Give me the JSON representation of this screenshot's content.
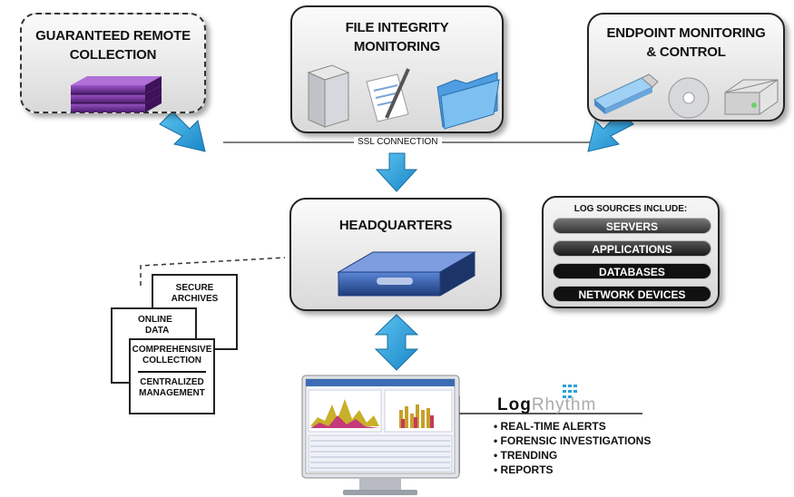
{
  "nodes": {
    "remote": {
      "title_line1": "GUARANTEED REMOTE",
      "title_line2": "COLLECTION"
    },
    "fim": {
      "title_line1": "FILE INTEGRITY",
      "title_line2": "MONITORING"
    },
    "endpoint": {
      "title_line1": "ENDPOINT MONITORING",
      "title_line2": "& CONTROL"
    },
    "hq": {
      "title": "HEADQUARTERS"
    }
  },
  "ssl_label": "SSL CONNECTION",
  "log_sources": {
    "heading": "LOG SOURCES INCLUDE:",
    "items": [
      "SERVERS",
      "APPLICATIONS",
      "DATABASES",
      "NETWORK DEVICES"
    ]
  },
  "documents": {
    "secure_line1": "SECURE",
    "secure_line2": "ARCHIVES",
    "online_line1": "ONLINE",
    "online_line2": "DATA",
    "comp_line1": "COMPREHENSIVE",
    "comp_line2": "COLLECTION",
    "central_line1": "CENTRALIZED",
    "central_line2": "MANAGEMENT"
  },
  "brand": {
    "logo_part1": "Log",
    "logo_part2": "Rhythm"
  },
  "features": [
    "REAL-TIME ALERTS",
    "FORENSIC INVESTIGATIONS",
    "TRENDING",
    "REPORTS"
  ],
  "colors": {
    "arrow": "#2aa0dd",
    "appliance": "#3a5ea8",
    "remote_appliance": "#6a2a8c",
    "pill_dark": "#111111"
  }
}
